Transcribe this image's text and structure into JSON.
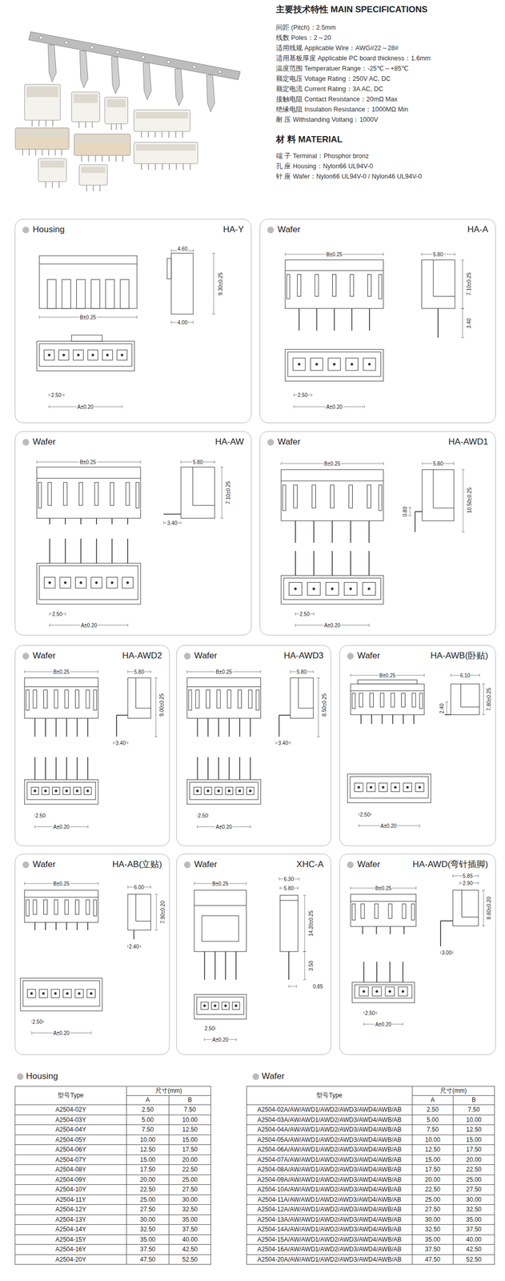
{
  "diagram": {
    "nodes": [
      {
        "text": [
          "Housing",
          "HA-Y"
        ]
      },
      {
        "text": [
          "Wafer",
          "HA-A"
        ]
      },
      {
        "text": [
          "Wafer",
          "HA-AW"
        ]
      },
      {
        "text": [
          "Wafer",
          "HA-AWD1"
        ]
      },
      {
        "text": [
          "Wafer",
          "HA-AWD2"
        ]
      },
      {
        "text": [
          "Wafer",
          "HA-AWD3"
        ]
      },
      {
        "text": [
          "Wafer",
          "HA-AWB(卧贴)"
        ]
      },
      {
        "text": [
          "Wafer",
          "HA-AB(立贴)"
        ]
      },
      {
        "text": [
          "Wafer",
          "XHC-A"
        ]
      },
      {
        "text": [
          "Wafer",
          "HA-AWD(弯针插脚)"
        ]
      }
    ],
    "labels": [
      "主要技术特性 MAIN SPECIFICATIONS",
      "间距 (Pitch)：2.5mm",
      "线数 Poles：2～20",
      "适用线规 Applicable Wire：AWG#22～28#",
      "适用基板厚度 Applicable PC board thickness：1.6mm",
      "温度范围 Temperatuer Range：-25℃～+85℃",
      "额定电压 Voltage Rating：250V AC, DC",
      "额定电流 Current Rating：3A AC, DC",
      "接触电阻 Contact Resistance：20mΩ Max",
      "绝缘电阻 Insulation Resistance：1000MΩ Min",
      "耐 压 Withstanding Voltang：1000V",
      "材 料 MATERIAL",
      "端 子 Terminal：Phosphor bronz",
      "孔 座 Housing：Nylon66 UL94V-0",
      "针 座 Wafer：Nylon66 UL94V-0 / Nylon46 UL94V-0",
      "4.60",
      "9.30±0.25",
      "B±0.25",
      "4.00",
      "2.50",
      "A±0.20",
      "B±0.25",
      "5.80",
      "7.10±0.25",
      "3.40",
      "2.50",
      "A±0.20",
      "B±0.25",
      "5.80",
      "7.10±0.25",
      "3.40",
      "2.50",
      "A±0.20",
      "B±0.25",
      "5.80",
      "0.80",
      "10.50±0.25",
      "2.50",
      "A±0.20",
      "B±0.25",
      "5.80",
      "9.00±0.25",
      "3.40",
      "2.50",
      "A±0.20",
      "B±0.25",
      "5.80",
      "8.50±0.25",
      "3.40",
      "2.50",
      "A±0.20",
      "B±0.25",
      "6.10",
      "2.40",
      "7.80±0.25",
      "2.50",
      "A±0.20",
      "B±0.25",
      "6.00",
      "7.90±0.20",
      "2.40",
      "2.50",
      "A±0.20",
      "B±0.25",
      "6.30",
      "5.80",
      "14.20±0.25",
      "3.50",
      "0.85",
      "2.50",
      "A±0.20",
      "5.85",
      "2.90",
      "B±0.25",
      "8.60±0.20",
      "3.00",
      "2.50",
      "A±0.20",
      "Housing",
      "型号Type",
      "尺寸(mm)",
      "A",
      "B",
      "A2504-02Y",
      "2.50",
      "7.50",
      "A2504-03Y",
      "5.00",
      "10.00",
      "A2504-04Y",
      "7.50",
      "12.50",
      "A2504-05Y",
      "10.00",
      "15.00",
      "A2504-06Y",
      "12.50",
      "17.50",
      "A2504-07Y",
      "15.00",
      "20.00",
      "A2504-08Y",
      "17.50",
      "22.50",
      "A2504-09Y",
      "20.00",
      "25.00",
      "A2504-10Y",
      "22.50",
      "27.50",
      "A2504-11Y",
      "25.00",
      "30.00",
      "A2504-12Y",
      "27.50",
      "32.50",
      "A2504-13Y",
      "30.00",
      "35.00",
      "A2504-14Y",
      "32.50",
      "37.50",
      "A2504-15Y",
      "35.00",
      "40.00",
      "A2504-16Y",
      "37.50",
      "42.50",
      "A2504-20Y",
      "47.50",
      "52.50",
      "Wafer",
      "型号Type",
      "尺寸(mm)",
      "A",
      "B",
      "A2504-02A/AW/AWD1/AWD2/AWD3/AWD4/AWB/AB",
      "2.50",
      "7.50",
      "A2504-03A/AW/AWD1/AWD2/AWD3/AWD4/AWB/AB",
      "5.00",
      "10.00",
      "A2504-04A/AW/AWD1/AWD2/AWD3/AWD4/AWB/AB",
      "7.50",
      "12.50",
      "A2504-05A/AW/AWD1/AWD2/AWD3/AWD4/AWB/AB",
      "10.00",
      "15.00",
      "A2504-06A/AW/AWD1/AWD2/AWD3/AWD4/AWB/AB",
      "12.50",
      "17.50",
      "A2504-07A/AW/AWD1/AWD2/AWD3/AWD4/AWB/AB",
      "15.00",
      "20.00",
      "A2504-08A/AW/AWD1/AWD2/AWD3/AWD4/AWB/AB",
      "17.50",
      "22.50",
      "A2504-09A/AW/AWD1/AWD2/AWD3/AWD4/AWB/AB",
      "20.00",
      "25.00",
      "A2504-10A/AW/AWD1/AWD2/AWD3/AWD4/AWB/AB",
      "22.50",
      "27.50",
      "A2504-11A/AW/AWD1/AWD2/AWD3/AWD4/AWB/AB",
      "25.00",
      "30.00",
      "A2504-12A/AW/AWD1/AWD2/AWD3/AWD4/AWB/AB",
      "27.50",
      "32.50",
      "A2504-13A/AW/AWD1/AWD2/AWD3/AWD4/AWB/AB",
      "30.00",
      "35.00",
      "A2504-14A/AW/AWD1/AWD2/AWD3/AWD4/AWB/AB",
      "32.50",
      "37.50",
      "A2504-15A/AW/AWD1/AWD2/AWD3/AWD4/AWB/AB",
      "35.00",
      "40.00",
      "A2504-16A/AW/AWD1/AWD2/AWD3/AWD4/AWB/AB",
      "37.50",
      "42.50",
      "A2504-20A/AW/AWD1/AWD2/AWD3/AWD4/AWB/AB",
      "47.50",
      "52.50"
    ]
  }
}
